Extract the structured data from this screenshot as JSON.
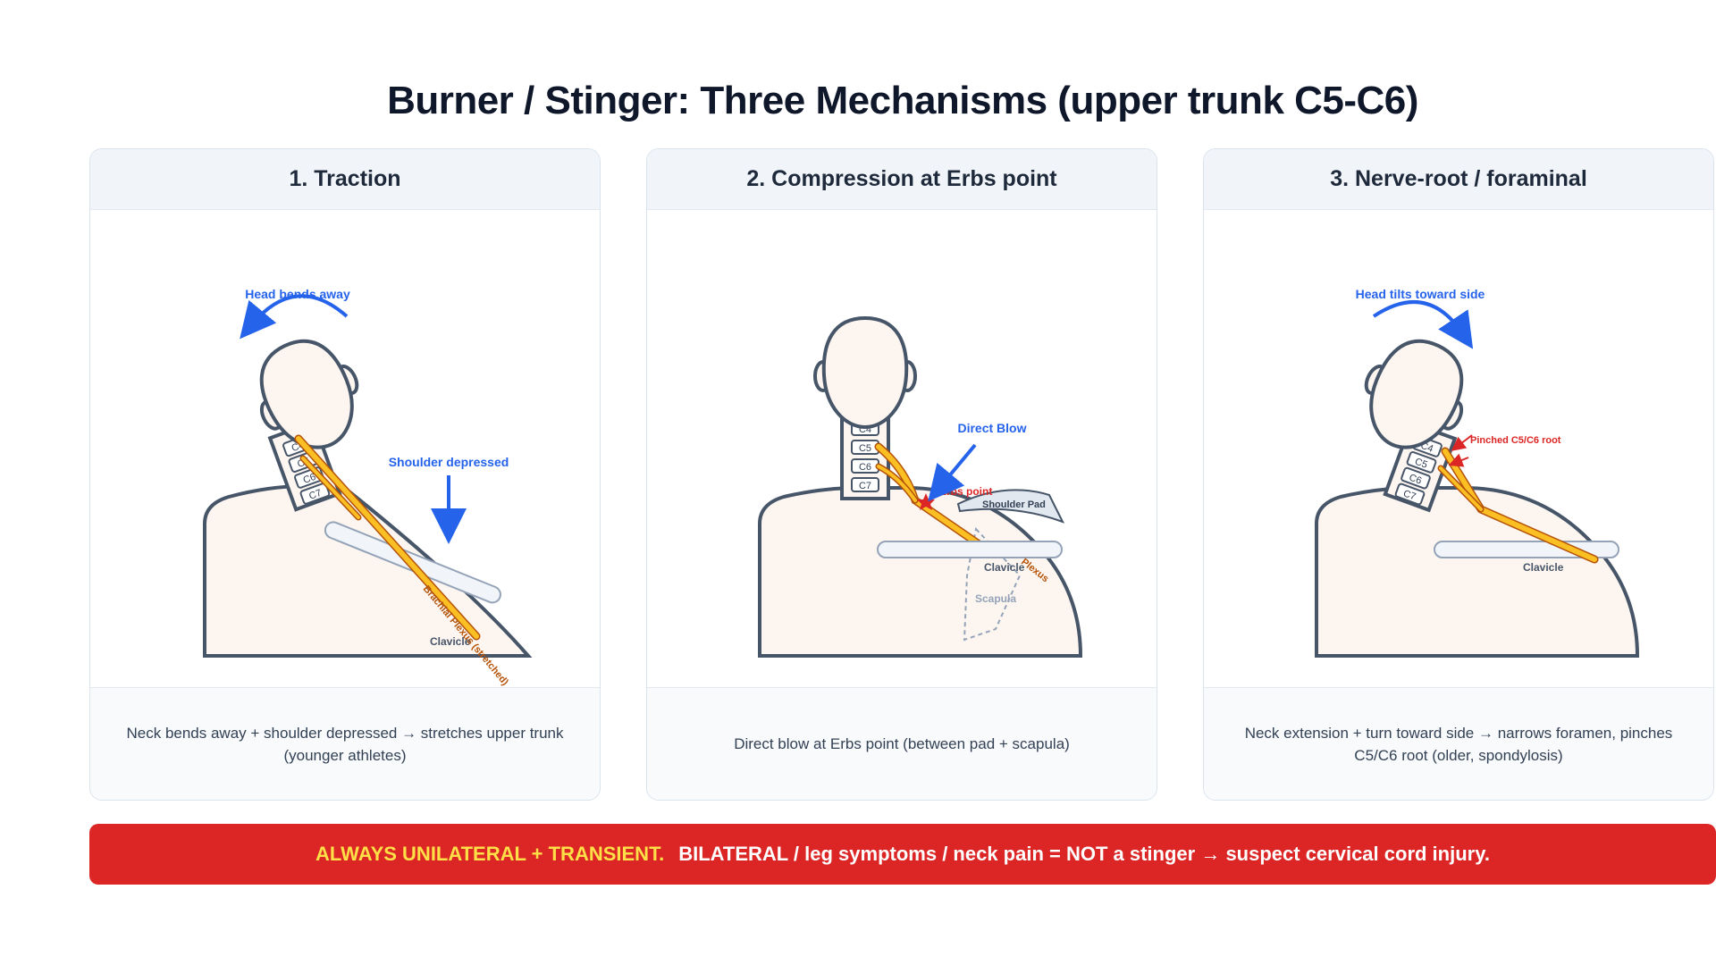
{
  "title": "Burner / Stinger: Three Mechanisms (upper trunk C5-C6)",
  "panels": [
    {
      "heading": "1. Traction",
      "labels": {
        "head": "Head bends away",
        "shoulder": "Shoulder depressed",
        "clavicle": "Clavicle",
        "plexus": "Brachial Plexus (stretched)",
        "c4": "C4",
        "c5": "C5",
        "c6": "C6",
        "c7": "C7"
      },
      "caption": "Neck bends away + shoulder depressed → stretches upper trunk (younger athletes)"
    },
    {
      "heading": "2. Compression at Erbs point",
      "labels": {
        "blow": "Direct Blow",
        "erbs": "Erbs point",
        "pad": "Shoulder Pad",
        "clavicle": "Clavicle",
        "plexus": "Plexus",
        "scapula": "Scapula",
        "c4": "C4",
        "c5": "C5",
        "c6": "C6",
        "c7": "C7"
      },
      "caption": "Direct blow at Erbs point (between pad + scapula)"
    },
    {
      "heading": "3. Nerve-root / foraminal",
      "labels": {
        "head": "Head tilts toward side",
        "pinched": "Pinched C5/C6 root",
        "clavicle": "Clavicle",
        "c4": "C4",
        "c5": "C5",
        "c6": "C6",
        "c7": "C7"
      },
      "caption": "Neck extension + turn toward side → narrows foramen, pinches C5/C6 root (older, spondylosis)"
    }
  ],
  "banner": {
    "highlight": "ALWAYS UNILATERAL + TRANSIENT.",
    "text": "BILATERAL / leg symptoms / neck pain = NOT a stinger → suspect cervical cord injury."
  },
  "colors": {
    "skin": "#fdf6f0",
    "outline": "#475569",
    "nerve": "#fbbf24",
    "nerve_outline": "#b45309",
    "arrow": "#2563eb",
    "alert": "#dc2626",
    "clavicle": "#f1f5f9"
  }
}
